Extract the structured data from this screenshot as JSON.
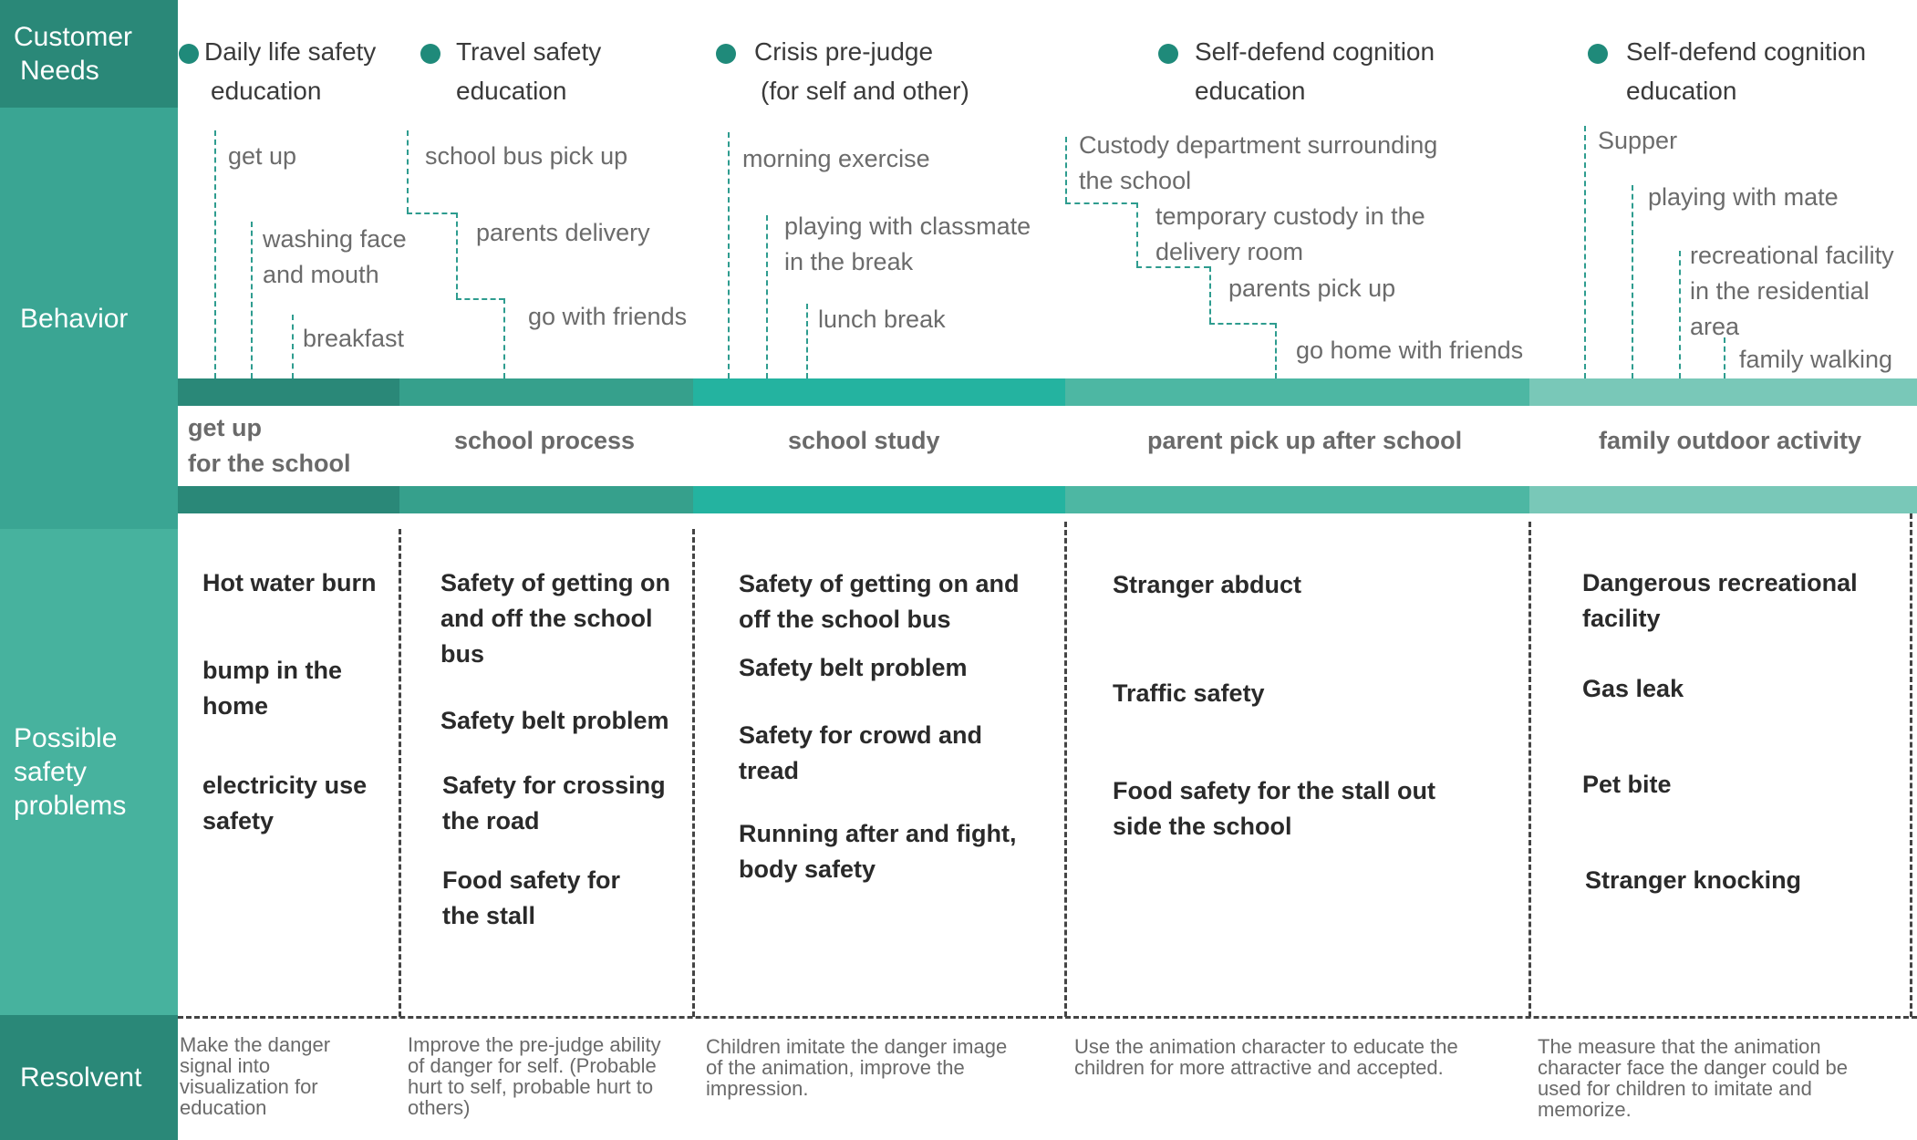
{
  "labels": {
    "needs": [
      "Customer",
      "Needs"
    ],
    "behavior": "Behavior",
    "problems": [
      "Possible",
      "safety",
      "problems"
    ],
    "resolvent": "Resolvent"
  },
  "colors": {
    "label_dark": "#2a8878",
    "label_mid": "#3aa593",
    "label_light": "#47b29e",
    "bar1": "#2a8878",
    "bar2": "#36a08c",
    "bar3": "#24b3a0",
    "bar4": "#4db7a3",
    "bar5": "#79c8b8",
    "dot": "#1f8a7a"
  },
  "needs": [
    {
      "line1": "Daily life safety",
      "line2": "education"
    },
    {
      "line1": "Travel safety",
      "line2": "education"
    },
    {
      "line1": "Crisis pre-judge",
      "line2": "(for self and other)"
    },
    {
      "line1": "Self-defend cognition",
      "line2": "education"
    },
    {
      "line1": "Self-defend cognition",
      "line2": "education"
    }
  ],
  "behaviors": {
    "col1": [
      "get up",
      "washing face",
      "and mouth",
      "breakfast"
    ],
    "col2": [
      "school bus pick up",
      "parents delivery",
      "go with friends"
    ],
    "col3": [
      "morning exercise",
      "playing with classmate",
      "in the break",
      "lunch break"
    ],
    "col4": [
      "Custody department surrounding",
      "the school",
      "temporary custody in the",
      "delivery room",
      "parents pick up",
      "go home with friends"
    ],
    "col5": [
      "Supper",
      "playing with mate",
      "recreational facility",
      "in the residential",
      "area",
      "family walking"
    ]
  },
  "stages": [
    {
      "line1": "get up",
      "line2": "for the school"
    },
    {
      "line1": "school process"
    },
    {
      "line1": "school study"
    },
    {
      "line1": "parent pick up after school"
    },
    {
      "line1": "family outdoor activity"
    }
  ],
  "problems": {
    "col1": [
      "Hot water burn",
      "bump in the",
      "home",
      "electricity use",
      "safety"
    ],
    "col2": [
      "Safety of getting on",
      "and off the school",
      "bus",
      "Safety belt problem",
      "Safety for crossing",
      "the road",
      "Food safety for",
      "the stall"
    ],
    "col3": [
      "Safety of getting on and",
      "off the school bus",
      "Safety belt problem",
      "Safety for crowd and",
      "tread",
      "Running after and fight,",
      "body safety"
    ],
    "col4": [
      "Stranger abduct",
      "Traffic safety",
      "Food safety for the stall out",
      "side the school"
    ],
    "col5": [
      "Dangerous recreational",
      "facility",
      "Gas leak",
      "Pet bite",
      "Stranger knocking"
    ]
  },
  "resolvents": [
    [
      "Make the danger",
      "signal into",
      "visualization for",
      "education"
    ],
    [
      "Improve the pre-judge ability",
      "of danger for self. (Probable",
      "hurt to self, probable hurt to",
      "others)"
    ],
    [
      "Children imitate the danger image",
      "of the animation, improve the",
      "impression."
    ],
    [
      "Use the animation character to educate the",
      "children for more attractive and accepted."
    ],
    [
      "The measure that the animation",
      "character face the danger could be",
      "used for children to imitate and",
      "memorize."
    ]
  ]
}
